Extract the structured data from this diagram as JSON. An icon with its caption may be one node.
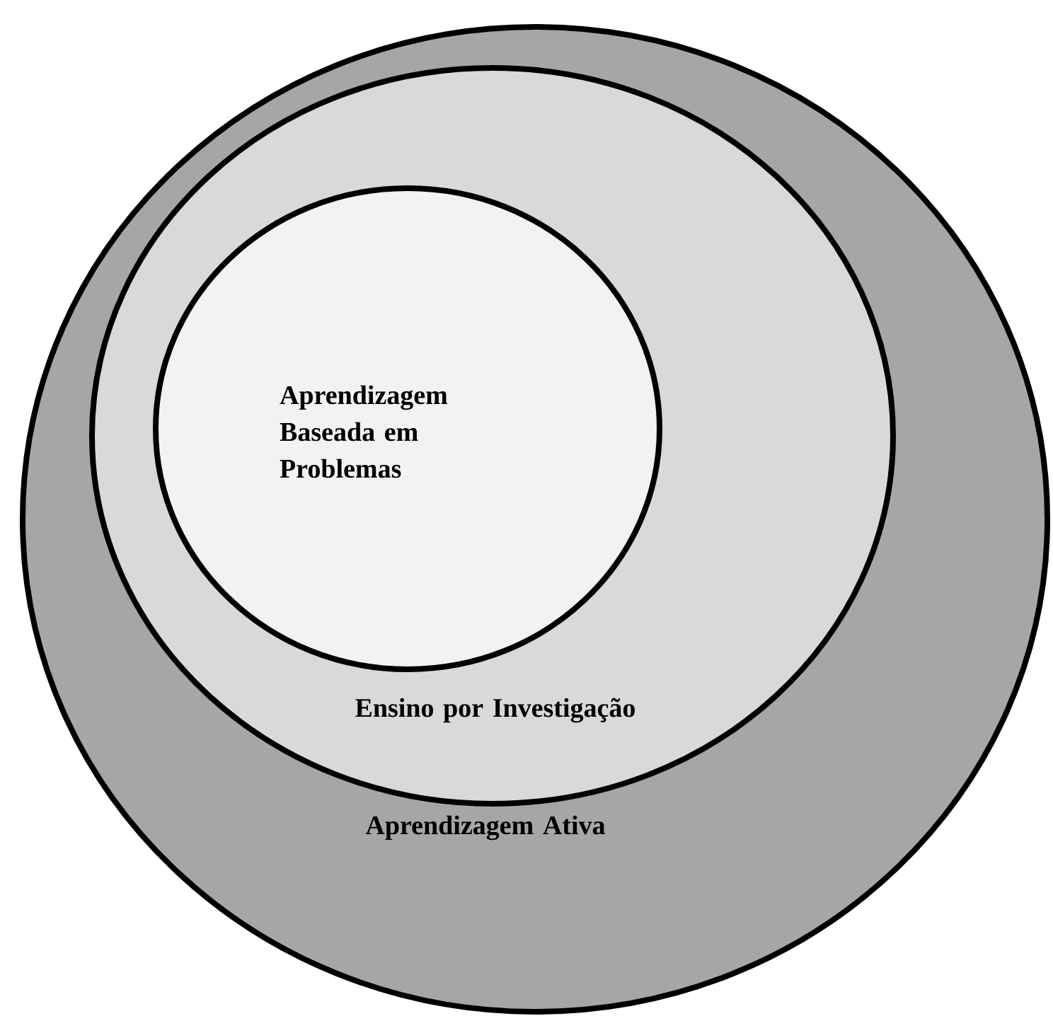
{
  "diagram": {
    "nodes": [
      {
        "text": [
          "Aprendizagem Ativa"
        ]
      },
      {
        "text": [
          "Ensino por Investigação"
        ],
        "in": 0
      },
      {
        "text": [
          "Aprendizagem Baseada em Problemas"
        ],
        "in": 1
      }
    ]
  }
}
